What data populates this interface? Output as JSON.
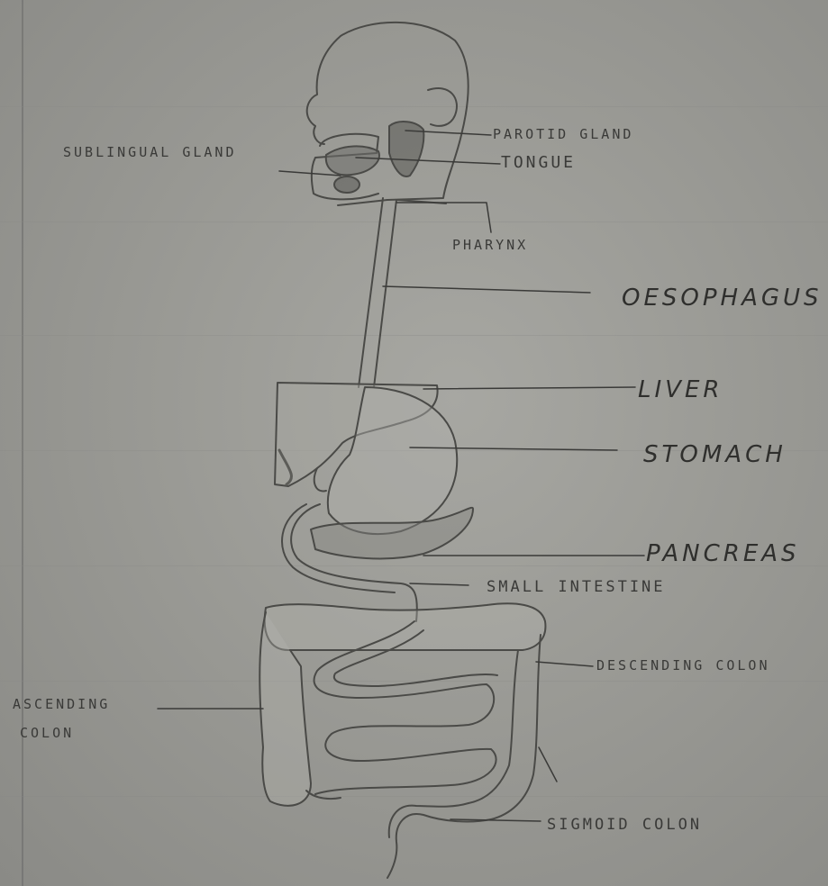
{
  "diagram": {
    "labels": {
      "parotid_gland": "PAROTID GLAND",
      "tongue": "TONGUE",
      "sublingual_gland": "SUBLINGUAL GLAND",
      "pharynx": "PHARYNX",
      "oesophagus": "OESOPHAGUS",
      "liver": "LIVER",
      "stomach": "STOMACH",
      "pancreas": "PANCREAS",
      "small_intestine": "SMALL INTESTINE",
      "descending_colon": "DESCENDING COLON",
      "ascending_colon_line1": "ASCENDING",
      "ascending_colon_line2": "COLON",
      "sigmoid_colon": "SIGMOID COLON"
    }
  },
  "colors": {
    "paper": "#9e9e99",
    "ink": "#3a3a38",
    "pencil_shade": "#6e6e6a"
  }
}
